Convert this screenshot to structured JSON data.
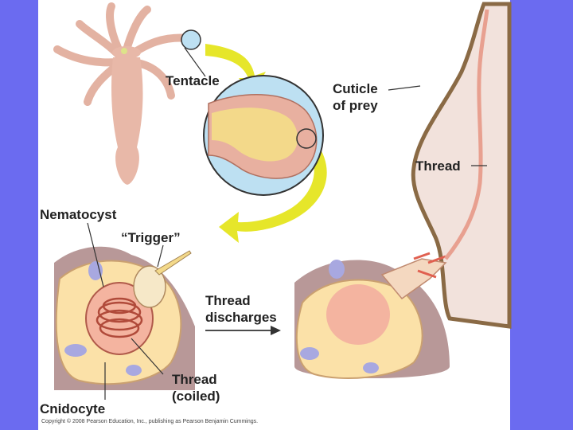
{
  "labels": {
    "tentacle": "Tentacle",
    "cuticle_line1": "Cuticle",
    "cuticle_line2": "of prey",
    "thread": "Thread",
    "nematocyst": "Nematocyst",
    "trigger": "“Trigger”",
    "discharge_line1": "Thread",
    "discharge_line2": "discharges",
    "coiled_line1": "Thread",
    "coiled_line2": "(coiled)",
    "cnidocyte": "Cnidocyte"
  },
  "copyright": "Copyright © 2008 Pearson Education, Inc., publishing as Pearson Benjamin Cummings.",
  "colors": {
    "background": "#6b6bf0",
    "panel": "#ffffff",
    "arrow": "#e6e62a",
    "hydra": "#e8b8a8",
    "cuticle": "#f2e2dc",
    "cuticle_edge": "#8a6a45",
    "cnidocyte": "#fbe1a8",
    "tissue": "#b89898",
    "capsule": "#f0a08c",
    "zoom_circle": "#bde0f2"
  }
}
